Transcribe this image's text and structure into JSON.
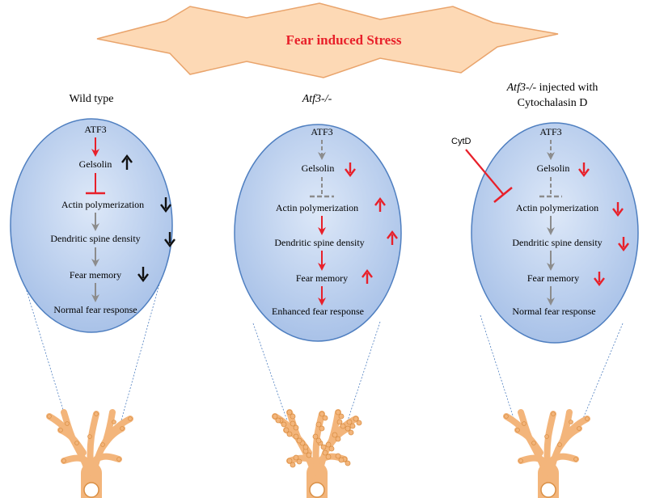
{
  "banner": {
    "title": "Fear induced Stress"
  },
  "panels": [
    {
      "title": "Wild type",
      "nodes": [
        "ATF3",
        "Gelsolin",
        "Actin polymerization",
        "Dendritic spine density",
        "Fear memory",
        "Normal fear response"
      ],
      "changes": [
        "up",
        "down",
        "down",
        "down"
      ],
      "change_color": "#111111"
    },
    {
      "title": "Atf3-/-",
      "nodes": [
        "ATF3",
        "Gelsolin",
        "Actin polymerization",
        "Dendritic spine density",
        "Fear memory",
        "Enhanced fear response"
      ],
      "changes": [
        "down",
        "up",
        "up",
        "up"
      ],
      "change_color": "#e8202a"
    },
    {
      "title_italic": "Atf3-/-",
      "title_rest": " injected with",
      "title_line2": "Cytochalasin D",
      "nodes": [
        "ATF3",
        "Gelsolin",
        "Actin polymerization",
        "Dendritic spine density",
        "Fear memory",
        "Normal  fear response"
      ],
      "changes": [
        "down",
        "down",
        "down",
        "down"
      ],
      "change_color": "#e8202a",
      "inhibitor": "CytD"
    }
  ],
  "colors": {
    "banner_fill": "#fdd9b5",
    "banner_stroke": "#e9a46c",
    "banner_text": "#e8202a",
    "ellipse_fill": "#bdd1ee",
    "ellipse_stroke": "#4f7fc0",
    "arrow_gray": "#8c8c8c",
    "arrow_red": "#e8202a",
    "neuron_fill": "#f3b57b",
    "neuron_stroke": "#d98f45",
    "dashed_line": "#4f7fc0"
  }
}
